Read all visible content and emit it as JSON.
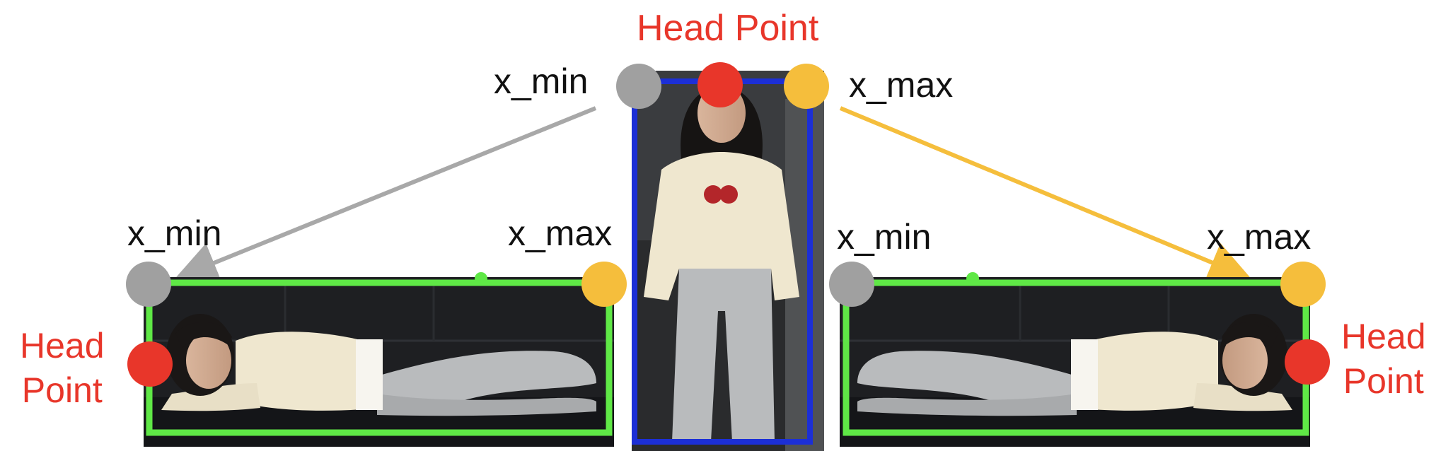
{
  "colors": {
    "head_point": "#e8362a",
    "x_min_point": "#a0a0a0",
    "x_max_point": "#f5be3c",
    "standing_box": "#1c2fd6",
    "lying_box": "#5fe846",
    "left_arrow": "#a8a8a8",
    "right_arrow": "#f5be3c",
    "label_text": "#111111"
  },
  "center": {
    "head_label": "Head Point",
    "x_min_label": "x_min",
    "x_max_label": "x_max",
    "photo_icon": "standing-person-photo"
  },
  "left_panel": {
    "x_min_label": "x_min",
    "x_max_label": "x_max",
    "head_label_line1": "Head",
    "head_label_line2": "Point",
    "photo_icon": "lying-person-photo"
  },
  "right_panel": {
    "x_min_label": "x_min",
    "x_max_label": "x_max",
    "head_label_line1": "Head",
    "head_label_line2": "Point",
    "photo_icon": "lying-person-photo-flipped"
  }
}
